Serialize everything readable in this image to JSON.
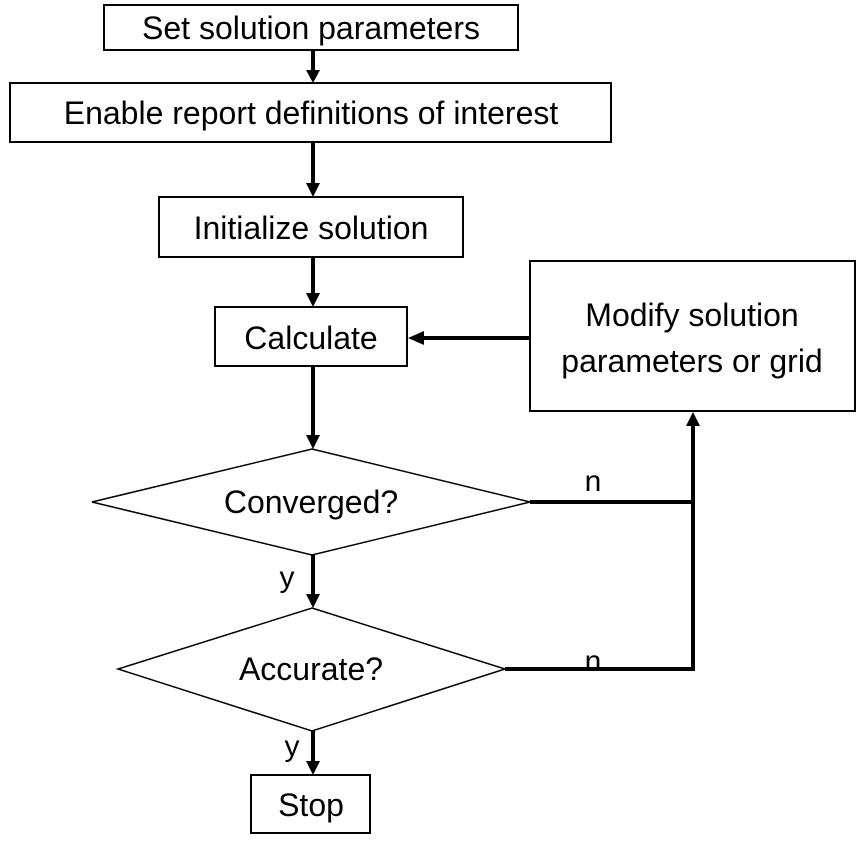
{
  "nodes": {
    "set_params": "Set solution parameters",
    "enable_reports": "Enable report definitions of interest",
    "initialize": "Initialize solution",
    "calculate": "Calculate",
    "modify_line1": "Modify solution",
    "modify_line2": "parameters or grid",
    "converged": "Converged?",
    "accurate": "Accurate?",
    "stop": "Stop"
  },
  "edges": {
    "converged_yes": "y",
    "converged_no": "n",
    "accurate_yes": "y",
    "accurate_no": "n"
  },
  "colors": {
    "stroke": "#000000",
    "fill": "#ffffff"
  }
}
